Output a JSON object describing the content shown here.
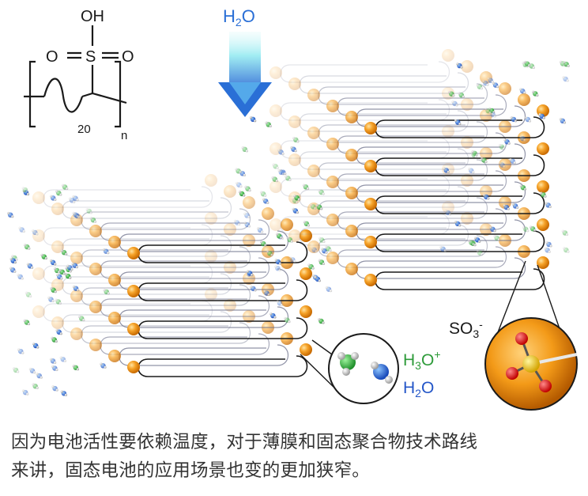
{
  "figure": {
    "water_arrow_label": "H",
    "water_arrow_label_sub": "2",
    "water_arrow_label_end": "O",
    "structure": {
      "oh": "OH",
      "o_left": "O",
      "s": "S",
      "o_right": "O",
      "repeat_count": "20",
      "n": "n"
    },
    "sulfonate_label": "SO",
    "sulfonate_sub": "3",
    "sulfonate_sup": "-",
    "legend": {
      "hydronium": "H",
      "hydronium_sub": "3",
      "hydronium_end": "O",
      "hydronium_sup": "+",
      "water": "H",
      "water_sub": "2",
      "water_end": "O"
    },
    "colors": {
      "arrow_blue": "#2a6fd6",
      "arrow_cyan": "#8fe9f0",
      "hydronium_green": "#2e9b3a",
      "water_blue": "#2456c8",
      "sulfonate_orange": "#f29a1f",
      "chain": "#1a1a1a"
    }
  },
  "caption": {
    "line1": "因为电池活性要依赖温度，对于薄膜和固态聚合物技术路线",
    "line2": "来讲，固态电池的应用场景也变的更加狭窄。"
  }
}
